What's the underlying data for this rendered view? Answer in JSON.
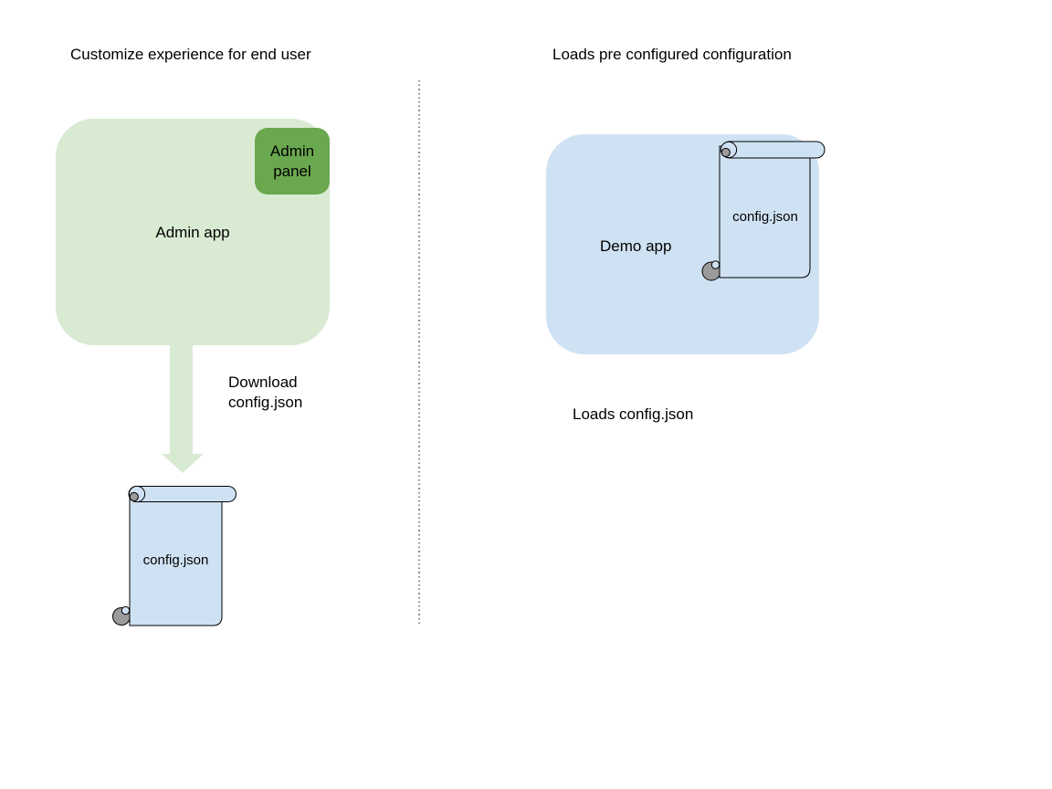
{
  "titles": {
    "left": "Customize experience for end user",
    "right": "Loads pre configured configuration"
  },
  "left_flow": {
    "app_label": "Admin app",
    "badge_label": "Admin panel",
    "arrow_label": "Download\nconfig.json",
    "file_label": "config.json"
  },
  "right_flow": {
    "app_label": "Demo app",
    "file_label": "config.json",
    "caption": "Loads config.json"
  },
  "colors": {
    "page_bg": "#ffffff",
    "light_green": "#d9ead3",
    "green": "#6aa84f",
    "light_blue": "#cfe2f3",
    "outline": "#000000",
    "curl_gray": "#9b9b9b",
    "divider": "#8b8b8b",
    "text": "#000000"
  }
}
